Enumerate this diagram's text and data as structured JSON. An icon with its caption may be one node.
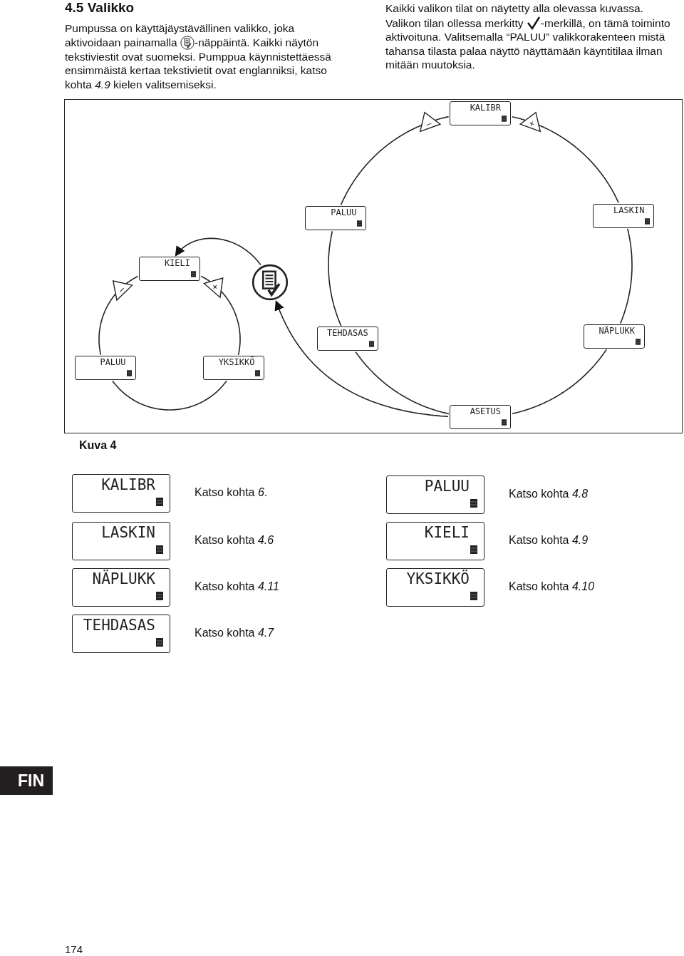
{
  "diagram": {
    "title": "4.5 Valikko",
    "caption": "Kuva 4",
    "nodes": [
      {
        "text": [
          "KALIBR"
        ]
      },
      {
        "text": [
          "PALUU"
        ]
      },
      {
        "text": [
          "LASKIN"
        ]
      },
      {
        "text": [
          "TEHDASAS"
        ]
      },
      {
        "text": [
          "NÄPLUKK"
        ]
      },
      {
        "text": [
          "ASETUS"
        ]
      },
      {
        "text": [],
        "shape": "circle"
      },
      {
        "text": [
          "KIELI"
        ]
      },
      {
        "text": [
          "PALUU"
        ]
      },
      {
        "text": [
          "YKSIKKÖ"
        ]
      },
      {
        "text": [
          "KALIBR"
        ],
        "beside": [
          "Katso kohta *6*."
        ]
      },
      {
        "text": [
          "PALUU"
        ],
        "beside": [
          "Katso kohta *4.8*"
        ]
      },
      {
        "text": [
          "LASKIN"
        ],
        "beside": [
          "Katso kohta *4.6*"
        ]
      },
      {
        "text": [
          "KIELI"
        ],
        "beside": [
          "Katso kohta *4.9*"
        ]
      },
      {
        "text": [
          "NÄPLUKK"
        ],
        "beside": [
          "Katso kohta *4.11*"
        ]
      },
      {
        "text": [
          "YKSIKKÖ"
        ],
        "beside": [
          "Katso kohta *4.10*"
        ]
      },
      {
        "text": [
          "TEHDASAS"
        ],
        "beside": [
          "Katso kohta *4.7*"
        ]
      }
    ],
    "edges": [
      {
        "from": 0,
        "to": 2,
        "arrow": "none"
      },
      {
        "from": 2,
        "to": 4,
        "arrow": "none"
      },
      {
        "from": 4,
        "to": 5,
        "arrow": "none"
      },
      {
        "from": 5,
        "to": 3,
        "arrow": "none"
      },
      {
        "from": 3,
        "to": 1,
        "arrow": "none"
      },
      {
        "from": 1,
        "to": 0,
        "arrow": "none"
      },
      {
        "from": 7,
        "to": 9,
        "arrow": "none"
      },
      {
        "from": 9,
        "to": 8,
        "arrow": "none"
      },
      {
        "from": 8,
        "to": 7,
        "arrow": "none"
      },
      {
        "from": 5,
        "to": 6,
        "arrow": "to"
      },
      {
        "from": 6,
        "to": 7,
        "arrow": "to"
      }
    ],
    "labels": [
      "Pumpussa on käyttäjäystävällinen valikko, joka aktivoidaan painamalla",
      "-näppäintä. Kaikki näytön tekstiviestit ovat suomeksi. Pumppua käynnistettäessä ensimmäistä kertaa tekstivietit ovat englanniksi, katso kohta *4.9* kielen valitsemiseksi.",
      "Kaikki valikon tilat on näytetty alla olevassa kuvassa. Valikon tilan ollessa merkitty",
      "-merkillä, on tämä toiminto aktivoituna. Valitsemalla “PALUU” valikkorakenteen mistä tahansa tilasta palaa näyttö näyttämään käyntitilaa ilman mitään muutoksia.",
      "–",
      "+",
      "–",
      "+",
      "FIN",
      "174"
    ]
  }
}
